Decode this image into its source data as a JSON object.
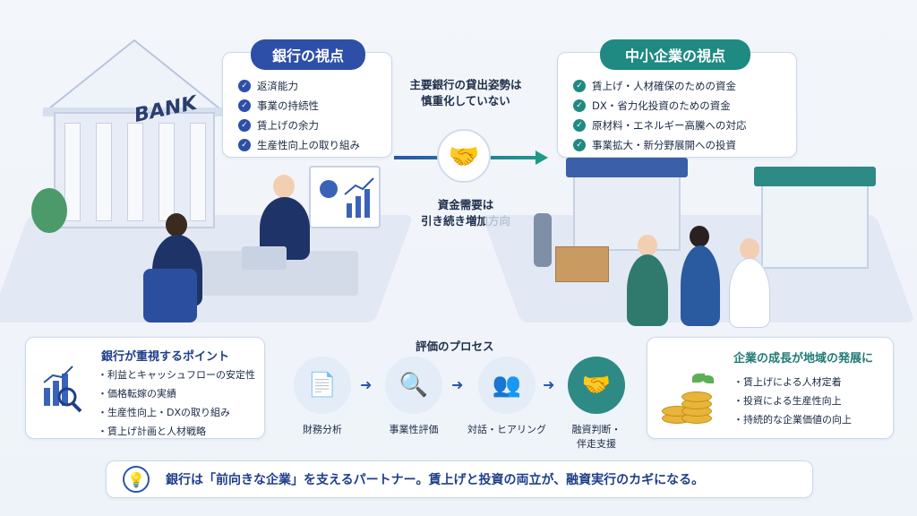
{
  "bank_view": {
    "title": "銀行の視点",
    "items": [
      "返済能力",
      "事業の持続性",
      "賃上げの余力",
      "生産性向上の取り組み"
    ],
    "sign": "BANK"
  },
  "sme_view": {
    "title": "中小企業の視点",
    "items": [
      "賃上げ・人材確保のための資金",
      "DX・省力化投資のための資金",
      "原材料・エネルギー高騰への対応",
      "事業拡大・新分野展開への投資"
    ]
  },
  "middle": {
    "top_line1": "主要銀行の貸出姿勢は",
    "top_line2": "慎重化していない",
    "bottom_line1": "資金需要は",
    "bottom_line2": "引き続き増加方向"
  },
  "bank_points": {
    "title": "銀行が重視するポイント",
    "items": [
      "・利益とキャッシュフローの安定性",
      "・価格転嫁の実績",
      "・生産性向上・DXの取り組み",
      "・賃上げ計画と人材戦略"
    ]
  },
  "process": {
    "title": "評価のプロセス",
    "steps": [
      {
        "icon": "document-icon",
        "label": "財務分析",
        "label2": ""
      },
      {
        "icon": "magnifier-chart-icon",
        "label": "事業性評価",
        "label2": ""
      },
      {
        "icon": "people-chat-icon",
        "label": "対話・ヒアリング",
        "label2": ""
      },
      {
        "icon": "handshake-icon",
        "label": "融資判断・",
        "label2": "伴走支援"
      }
    ]
  },
  "growth": {
    "title": "企業の成長が地域の発展に",
    "items": [
      "・賃上げによる人材定着",
      "・投資による生産性向上",
      "・持続的な企業価値の向上"
    ]
  },
  "footer": {
    "message": "銀行は「前向きな企業」を支えるパートナー。賃上げと投資の両立が、融資実行のカギになる。"
  },
  "colors": {
    "bank_accent": "#2d4fa8",
    "sme_accent": "#1f8a82"
  }
}
